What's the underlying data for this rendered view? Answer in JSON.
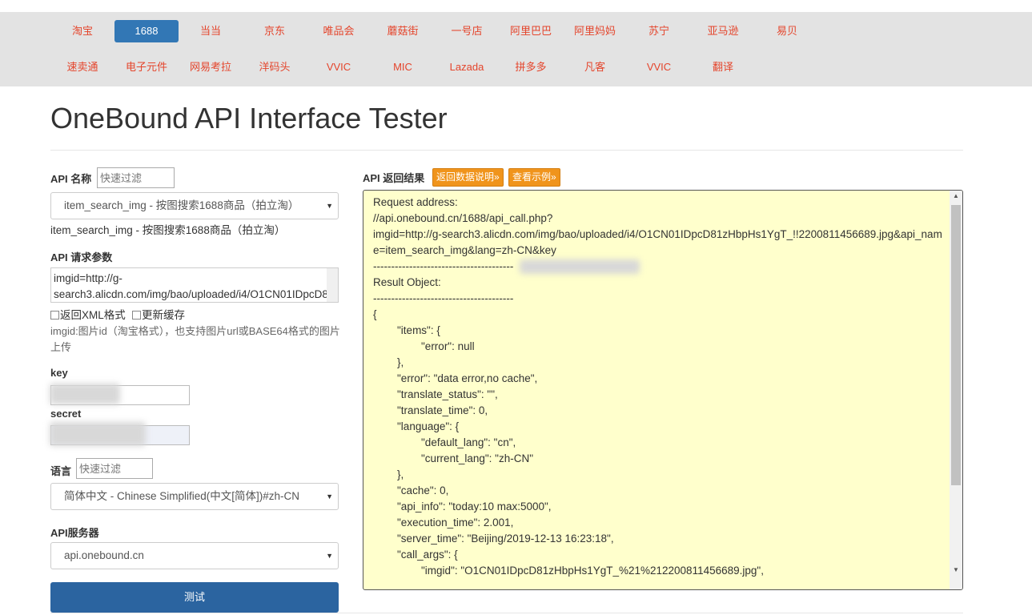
{
  "nav": {
    "row1": [
      "淘宝",
      "1688",
      "当当",
      "京东",
      "唯品会",
      "蘑菇街",
      "一号店",
      "阿里巴巴",
      "阿里妈妈",
      "苏宁",
      "亚马逊",
      "易贝"
    ],
    "row2": [
      "速卖通",
      "电子元件",
      "网易考拉",
      "洋码头",
      "VVIC",
      "MIC",
      "Lazada",
      "拼多多",
      "凡客",
      "VVIC",
      "翻译"
    ],
    "active": "1688"
  },
  "page_title": "OneBound API Interface Tester",
  "form": {
    "api_name_label": "API 名称",
    "api_filter_placeholder": "快速过滤",
    "api_selected": "item_search_img - 按图搜索1688商品（拍立淘）",
    "api_desc": "item_search_img - 按图搜索1688商品（拍立淘）",
    "params_label": "API 请求参数",
    "params_value": "imgid=http://g-search3.alicdn.com/img/bao/uploaded/i4/O1CN01IDpcD81zHbpHs1YgT_!!2200811456689.jpg",
    "cb_xml": "返回XML格式",
    "cb_cache": "更新缓存",
    "hint": "imgid:图片id（淘宝格式），也支持图片url或BASE64格式的图片上传",
    "key_label": "key",
    "secret_label": "secret",
    "lang_label": "语言",
    "lang_filter_placeholder": "快速过滤",
    "lang_selected": "简体中文 - Chinese Simplified(中文[简体])#zh-CN",
    "server_label": "API服务器",
    "server_selected": "api.onebound.cn",
    "test_button": "测试"
  },
  "result": {
    "label": "API 返回结果",
    "btn_doc": "返回数据说明»",
    "btn_example": "查看示例»",
    "body": "Request address:\n//api.onebound.cn/1688/api_call.php?\nimgid=http://g-search3.alicdn.com/img/bao/uploaded/i4/O1CN01IDpcD81zHbpHs1YgT_!!2200811456689.jpg&api_name=item_search_img&lang=zh-CN&key\n---------------------------------------\nResult Object:\n---------------------------------------\n{\n        \"items\": {\n                \"error\": null\n        },\n        \"error\": \"data error,no cache\",\n        \"translate_status\": \"\",\n        \"translate_time\": 0,\n        \"language\": {\n                \"default_lang\": \"cn\",\n                \"current_lang\": \"zh-CN\"\n        },\n        \"cache\": 0,\n        \"api_info\": \"today:10 max:5000\",\n        \"execution_time\": 2.001,\n        \"server_time\": \"Beijing/2019-12-13 16:23:18\",\n        \"call_args\": {\n                \"imgid\": \"O1CN01IDpcD81zHbpHs1YgT_%21%212200811456689.jpg\","
  }
}
